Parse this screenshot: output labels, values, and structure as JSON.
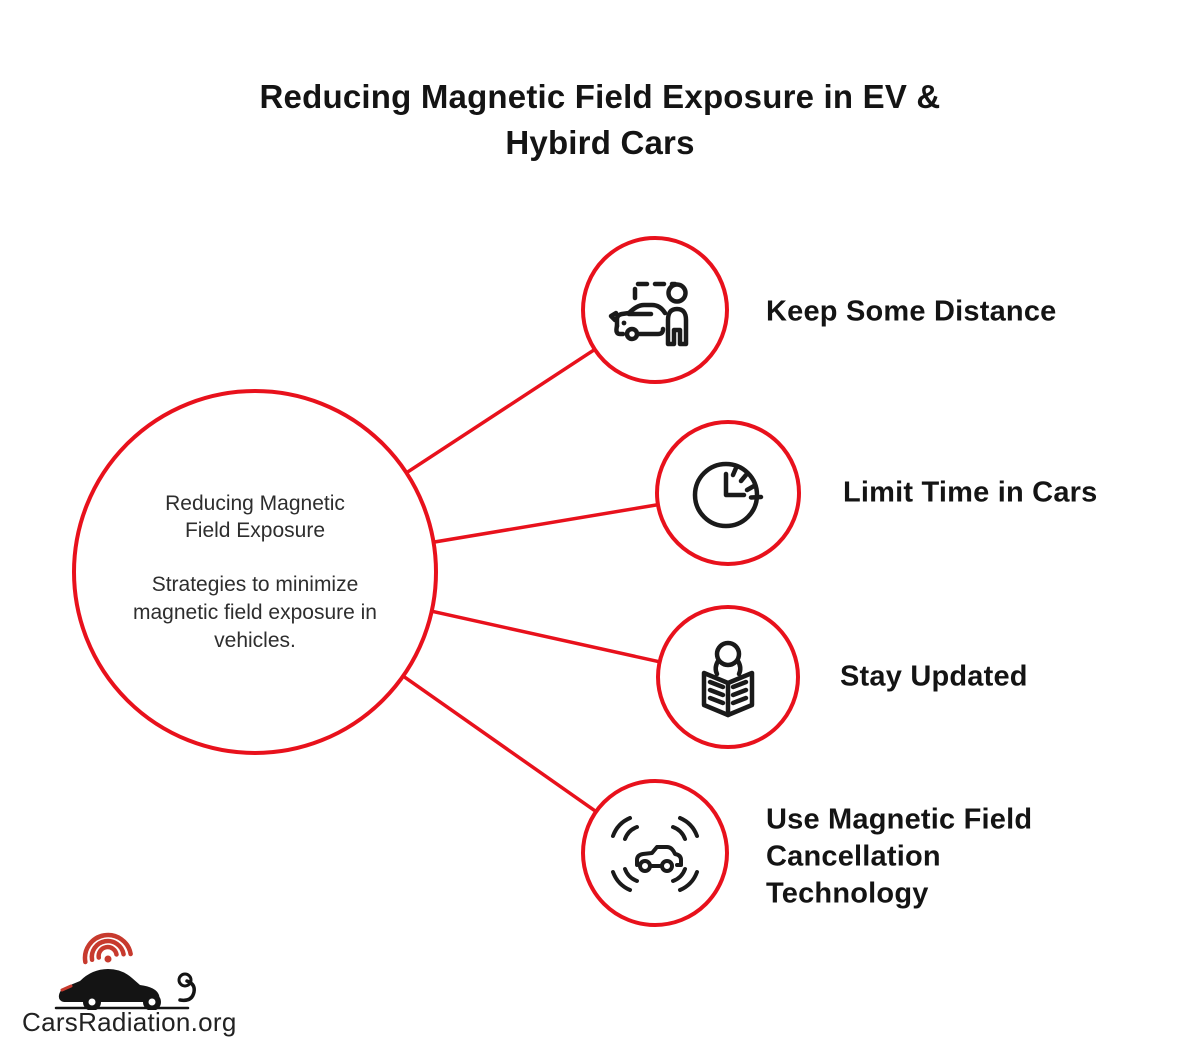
{
  "title": {
    "line1": "Reducing Magnetic Field Exposure in EV &",
    "line2": "Hybird Cars"
  },
  "center_node": {
    "heading": "Reducing Magnetic Field Exposure",
    "description": "Strategies to minimize magnetic field exposure in vehicles."
  },
  "nodes": [
    {
      "label": "Keep Some Distance",
      "icon": "car-person-distance-icon"
    },
    {
      "label": "Limit Time in Cars",
      "icon": "clock-icon"
    },
    {
      "label": "Stay Updated",
      "icon": "newspaper-reader-icon"
    },
    {
      "label": "Use Magnetic Field Cancellation Technology",
      "icon": "car-signal-waves-icon"
    }
  ],
  "footer": {
    "brand": "CarsRadiation.org"
  },
  "colors": {
    "accent_red": "#e8111c",
    "icon_stroke": "#1a1a1a",
    "text_dark": "#141414",
    "logo_red": "#c73a2e"
  }
}
